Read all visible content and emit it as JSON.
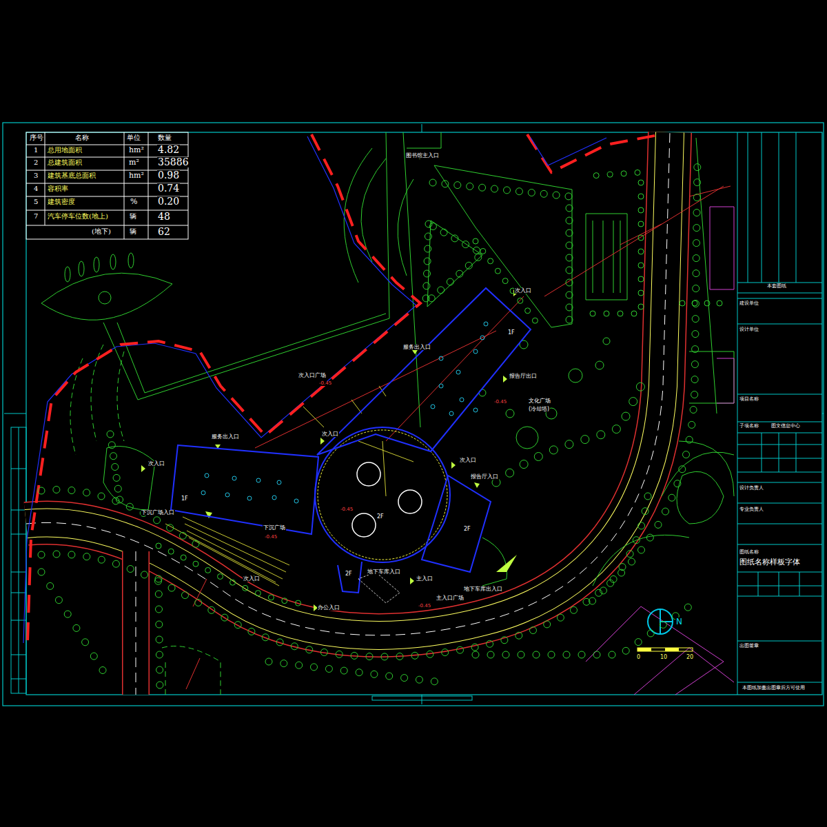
{
  "diagram": {
    "nodes": [
      {
        "text": [
          "1F"
        ]
      },
      {
        "text": [
          "1F"
        ]
      },
      {
        "text": [
          "2F"
        ]
      },
      {
        "text": [
          "2F"
        ]
      }
    ],
    "labels": [
      "序号",
      "名称",
      "单位",
      "数量",
      "1",
      "总用地面积",
      "hm²",
      "4.82",
      "2",
      "总建筑面积",
      "m²",
      "35886",
      "3",
      "建筑基底总面积",
      "hm²",
      "0.98",
      "4",
      "容积率",
      "0.74",
      "5",
      "建筑密度",
      "%",
      "0.20",
      "7",
      "汽车停车位数(地上)",
      "辆",
      "48",
      "(地下)",
      "辆",
      "62",
      "图书馆主入口",
      "次入口",
      "服务出入口",
      "次入口广场",
      "报告厅出口",
      "文化广场",
      "(冷却塔)",
      "次入口",
      "服务出入口",
      "次入口",
      "次入口",
      "报告厅入口",
      "下沉广场入口",
      "下沉广场",
      "地下车库入口",
      "主入口",
      "次入口",
      "2F",
      "地下车库出入口",
      "主入口广场",
      "办公入口",
      "-0.45",
      "-0.45",
      "-0.45",
      "-0.45",
      "-0.45",
      "本套图纸",
      "建设单位",
      "设计单位",
      "项目名称",
      "子项名称",
      "图文信息中心",
      "设计负责人",
      "专业负责人",
      "图纸名称",
      "图纸名称样板字体",
      "出图签章",
      "本图纸加盖出图章后方可使用",
      "N",
      "0",
      "10",
      "20"
    ]
  }
}
